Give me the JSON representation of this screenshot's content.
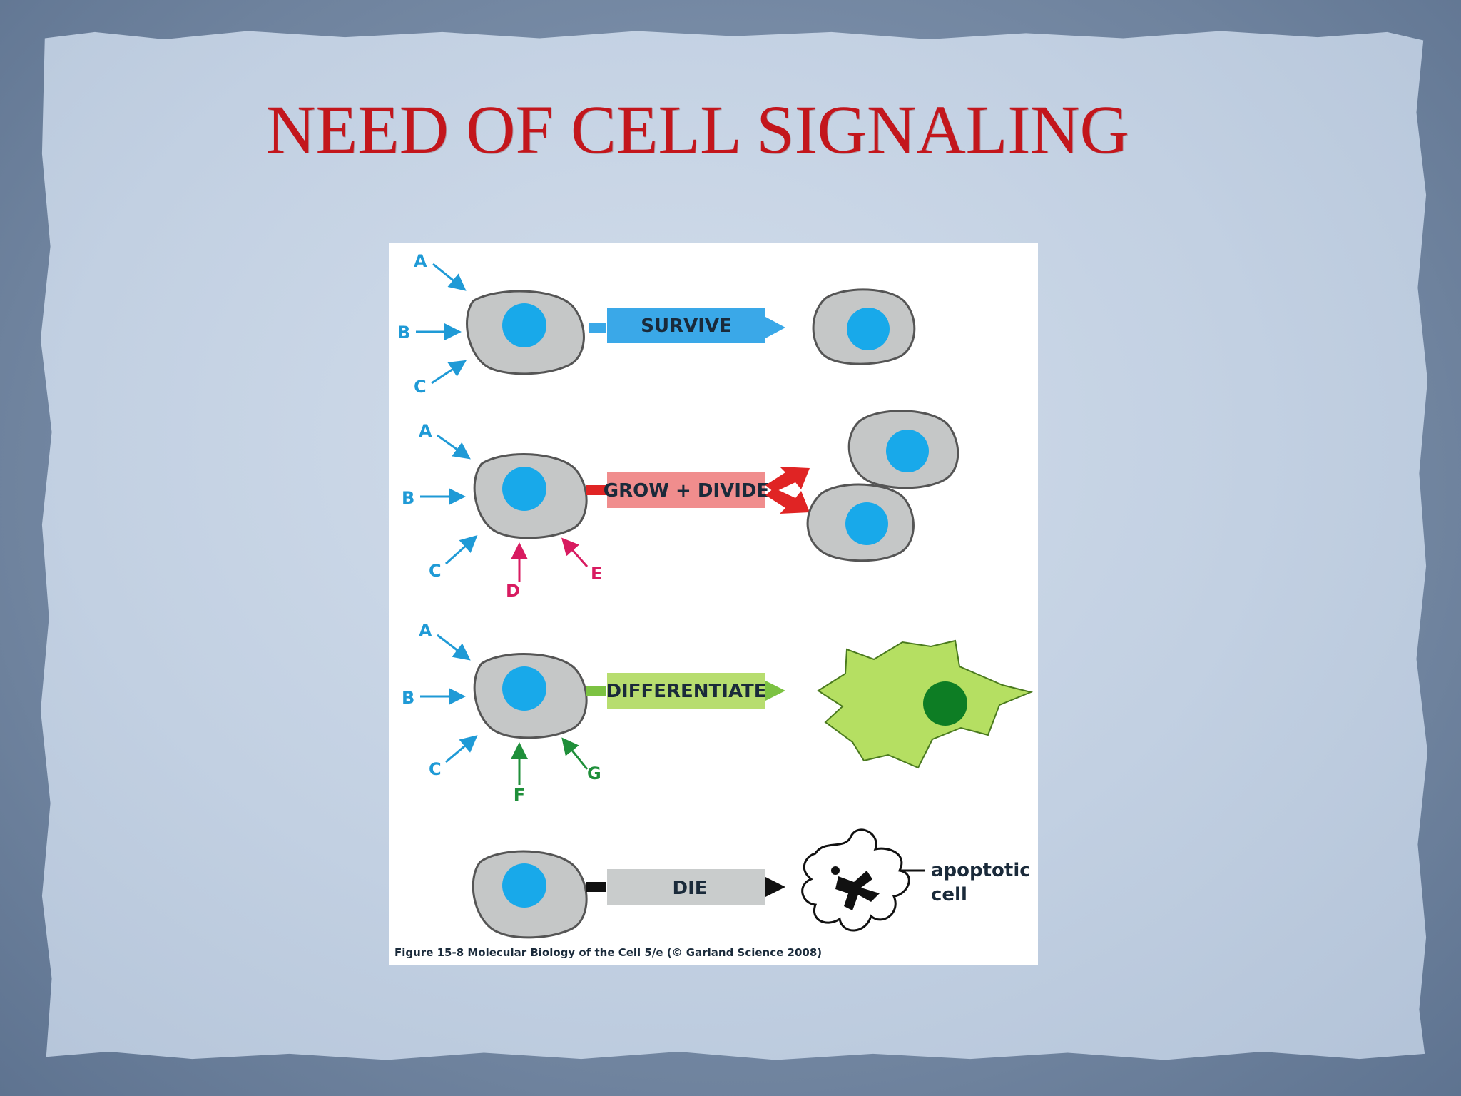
{
  "slide": {
    "title": "NEED OF CELL SIGNALING"
  },
  "figure": {
    "rows": [
      {
        "signals": [
          "A",
          "B",
          "C"
        ],
        "outcome": "SURVIVE",
        "color": "#3aa8e8"
      },
      {
        "signals": [
          "A",
          "B",
          "C",
          "D",
          "E"
        ],
        "outcome": "GROW + DIVIDE",
        "color": "#f08d8d"
      },
      {
        "signals": [
          "A",
          "B",
          "C",
          "F",
          "G"
        ],
        "outcome": "DIFFERENTIATE",
        "color": "#b7dd6f"
      },
      {
        "signals": [],
        "outcome": "DIE",
        "color": "#c9cccc"
      }
    ],
    "apoptotic_label_line1": "apoptotic",
    "apoptotic_label_line2": "cell",
    "caption": "Figure 15-8  Molecular Biology of the Cell 5/e (© Garland Science 2008)",
    "colors": {
      "blue_signal": "#1f9ad6",
      "magenta_signal": "#d81b60",
      "green_signal": "#1f8f3a",
      "cell_body": "#c5c7c7",
      "nucleus": "#18a9ea",
      "differentiated_cell": "#b5df62",
      "differentiated_nucleus": "#0d7d24",
      "title": "#c3161c"
    }
  }
}
